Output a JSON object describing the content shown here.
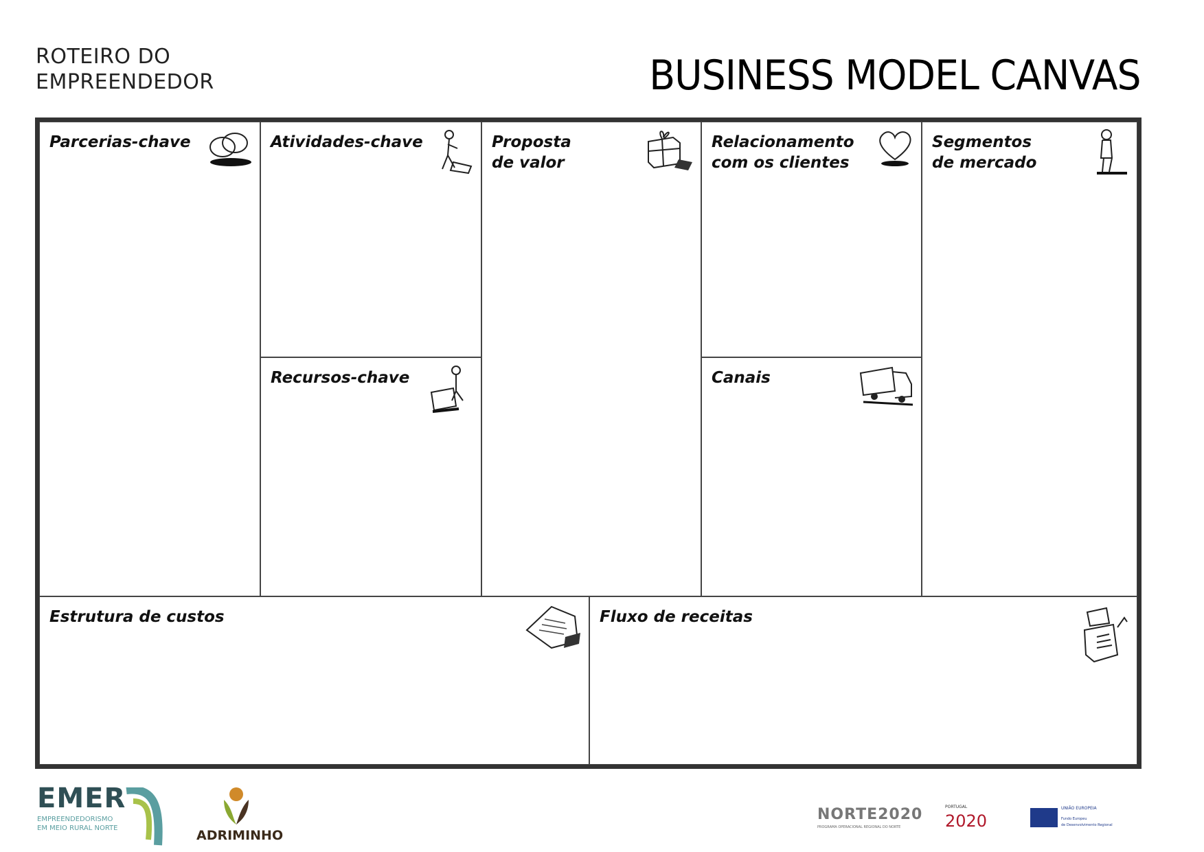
{
  "header": {
    "brand_line1": "ROTEIRO DO",
    "brand_line2": "EMPREENDEDOR",
    "title": "BUSINESS MODEL CANVAS"
  },
  "blocks": {
    "key_partners": {
      "label": "Parcerias-chave",
      "icon": "rings-icon"
    },
    "key_activities": {
      "label": "Atividades-chave",
      "icon": "worker-icon"
    },
    "key_resources": {
      "label": "Recursos-chave",
      "icon": "forklift-icon"
    },
    "value_proposition": {
      "line1": "Proposta",
      "line2": "de valor",
      "icon": "gift-icon"
    },
    "customer_relationships": {
      "line1": "Relacionamento",
      "line2": "com os clientes",
      "icon": "heart-icon"
    },
    "channels": {
      "label": "Canais",
      "icon": "truck-icon"
    },
    "customer_segments": {
      "line1": "Segmentos",
      "line2": "de mercado",
      "icon": "person-icon"
    },
    "cost_structure": {
      "label": "Estrutura de custos",
      "icon": "receipt-icon"
    },
    "revenue_streams": {
      "label": "Fluxo de receitas",
      "icon": "cash-register-icon"
    }
  },
  "footer": {
    "emer": {
      "name": "EMER",
      "sub1": "EMPREENDEDORISMO",
      "sub2": "EM MEIO RURAL NORTE"
    },
    "adriminho": "ADRIMINHO",
    "norte2020": {
      "name": "NORTE2020",
      "sub": "PROGRAMA OPERACIONAL REGIONAL DO NORTE"
    },
    "portugal2020": {
      "top": "PORTUGAL",
      "name": "2020"
    },
    "eu": {
      "name": "UNIÃO EUROPEIA",
      "sub1": "Fundo Europeu",
      "sub2": "de Desenvolvimento Regional"
    },
    "colors": {
      "emer_dark": "#2f4f55",
      "emer_teal": "#5a9ea0",
      "emer_green": "#a8c24a",
      "adri_orange": "#d08a2a",
      "adri_brown": "#4a3322",
      "pt_red": "#b0182a",
      "eu_blue": "#1f3a8a"
    }
  }
}
